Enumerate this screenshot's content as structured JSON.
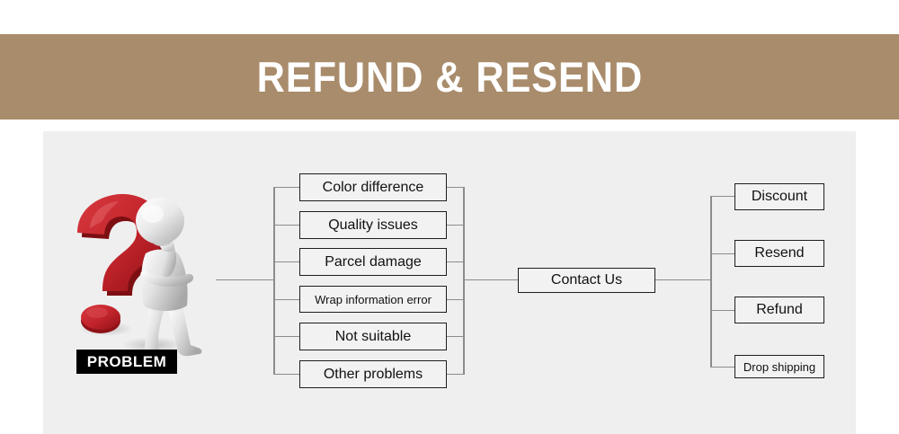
{
  "banner": {
    "title": "REFUND & RESEND",
    "background_color": "#a98c6b",
    "text_color": "#ffffff"
  },
  "panel": {
    "background_color": "#efefef"
  },
  "diagram": {
    "type": "tree",
    "root": {
      "label": "PROBLEM",
      "icon": "question-mark-thinking-person",
      "label_background_color": "#000000",
      "label_text_color": "#ffffff",
      "question_mark_color": "#c1272d"
    },
    "problems": [
      {
        "label": "Color difference",
        "size": "large"
      },
      {
        "label": "Quality issues",
        "size": "large"
      },
      {
        "label": "Parcel damage",
        "size": "large"
      },
      {
        "label": "Wrap information error",
        "size": "small"
      },
      {
        "label": "Not suitable",
        "size": "large"
      },
      {
        "label": "Other problems",
        "size": "large"
      }
    ],
    "hub": {
      "label": "Contact Us"
    },
    "solutions": [
      {
        "label": "Discount",
        "size": "large"
      },
      {
        "label": "Resend",
        "size": "large"
      },
      {
        "label": "Refund",
        "size": "large"
      },
      {
        "label": "Drop shipping",
        "size": "small"
      }
    ],
    "line_color": "#8c8c8c",
    "box_border_color": "#1d1d1d",
    "box_fill_color": "#f2f2f2"
  }
}
